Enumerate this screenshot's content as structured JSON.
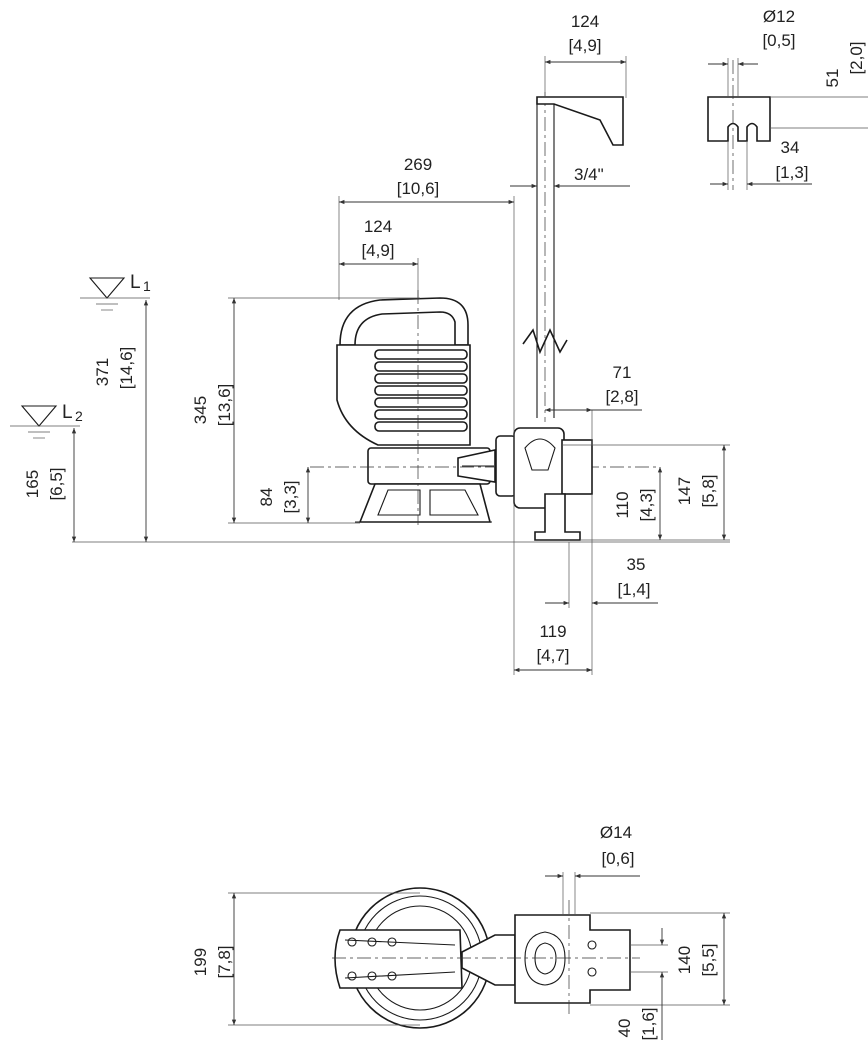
{
  "levels": {
    "l1": {
      "letter": "L",
      "sub": "1"
    },
    "l2": {
      "letter": "L",
      "sub": "2"
    }
  },
  "dimensions": {
    "d124_top": {
      "mm": "124",
      "in": "[4,9]"
    },
    "d12": {
      "mm": "Ø12",
      "in": "[0,5]"
    },
    "d51": {
      "mm": "51",
      "in": "[2,0]"
    },
    "d34": {
      "mm": "34",
      "in": "[1,3]"
    },
    "thread": "3/4\"",
    "d269": {
      "mm": "269",
      "in": "[10,6]"
    },
    "d124_mid": {
      "mm": "124",
      "in": "[4,9]"
    },
    "d371": {
      "mm": "371",
      "in": "[14,6]"
    },
    "d345": {
      "mm": "345",
      "in": "[13,6]"
    },
    "d165": {
      "mm": "165",
      "in": "[6,5]"
    },
    "d84": {
      "mm": "84",
      "in": "[3,3]"
    },
    "d71": {
      "mm": "71",
      "in": "[2,8]"
    },
    "d110": {
      "mm": "110",
      "in": "[4,3]"
    },
    "d147": {
      "mm": "147",
      "in": "[5,8]"
    },
    "d35": {
      "mm": "35",
      "in": "[1,4]"
    },
    "d119": {
      "mm": "119",
      "in": "[4,7]"
    },
    "d14": {
      "mm": "Ø14",
      "in": "[0,6]"
    },
    "d199": {
      "mm": "199",
      "in": "[7,8]"
    },
    "d140": {
      "mm": "140",
      "in": "[5,5]"
    },
    "d40": {
      "mm": "40",
      "in": "[1,6]"
    }
  }
}
